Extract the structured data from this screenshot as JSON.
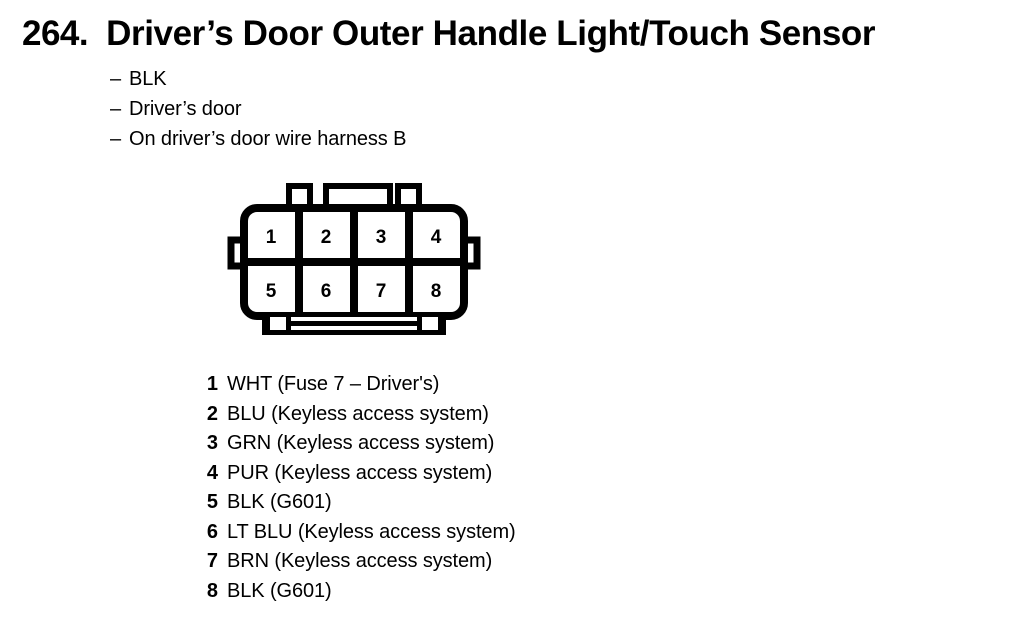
{
  "header": {
    "number": "264.",
    "title": "Driver’s Door Outer Handle Light/Touch Sensor"
  },
  "notes": [
    {
      "dash": "–",
      "text": "BLK"
    },
    {
      "dash": "–",
      "text": "Driver’s door"
    },
    {
      "dash": "–",
      "text": "On driver’s door wire harness B"
    }
  ],
  "connector": {
    "cavity_count": 8,
    "rows": 2,
    "columns": 4,
    "top_row_pins": [
      "1",
      "2",
      "3",
      "4"
    ],
    "bottom_row_pins": [
      "5",
      "6",
      "7",
      "8"
    ],
    "outline_color": "#000000",
    "fill_color": "#ffffff"
  },
  "pin_legend": [
    {
      "pin": "1",
      "description": "WHT (Fuse 7 – Driver's)"
    },
    {
      "pin": "2",
      "description": "BLU (Keyless access system)"
    },
    {
      "pin": "3",
      "description": "GRN (Keyless access system)"
    },
    {
      "pin": "4",
      "description": "PUR (Keyless access system)"
    },
    {
      "pin": "5",
      "description": "BLK (G601)"
    },
    {
      "pin": "6",
      "description": "LT BLU (Keyless access system)"
    },
    {
      "pin": "7",
      "description": "BRN (Keyless access system)"
    },
    {
      "pin": "8",
      "description": "BLK (G601)"
    }
  ]
}
